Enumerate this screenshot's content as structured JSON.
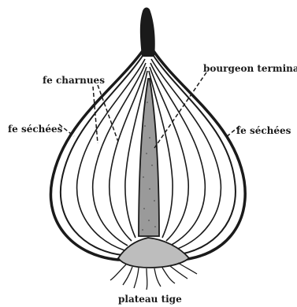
{
  "labels": {
    "fe_charnues": "fe charnues",
    "bourgeon_terminal": "bourgeon terminal",
    "fe_sechees_left": "fe séchées",
    "fe_sechees_right": "fe séchées",
    "plateau_tige": "plateau tige"
  },
  "colors": {
    "ink": "#1a1a1a",
    "paper": "#ffffff",
    "stipple": "#8a8a8a"
  }
}
